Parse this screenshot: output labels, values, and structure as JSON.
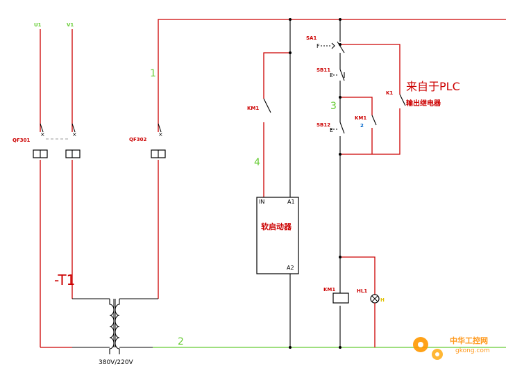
{
  "colors": {
    "wire": "#cc0000",
    "device": "#000000",
    "wire_number": "#66cc33",
    "watermark": "#ff8c00"
  },
  "labels": {
    "u1": "U1",
    "v1": "V1",
    "qf301": "QF301",
    "qf302": "QF302",
    "sa1": "SA1",
    "sb11": "SB11",
    "sb12": "SB12",
    "km1_softstart_contact": "KM1",
    "km1_hold_contact": "KM1",
    "km1_coil": "KM1",
    "hl1": "HL1",
    "k1": "K1",
    "plc_line1": "来自于PLC",
    "plc_line2": "输出继电器",
    "softstarter_name": "软启动器",
    "softstarter_in": "IN",
    "softstarter_a1": "A1",
    "softstarter_a2": "A2",
    "transformer_tag": "-T1",
    "transformer_rating": "380V/220V",
    "wire_1": "1",
    "wire_2": "2",
    "wire_3": "3",
    "wire_4": "4",
    "km1_num": "2",
    "hl_mark": "H",
    "sa1_f": "F",
    "sb11_e": "E",
    "sb12_e": "E"
  },
  "watermark": {
    "line1": "中华工控网",
    "line2": "gkong.com"
  }
}
